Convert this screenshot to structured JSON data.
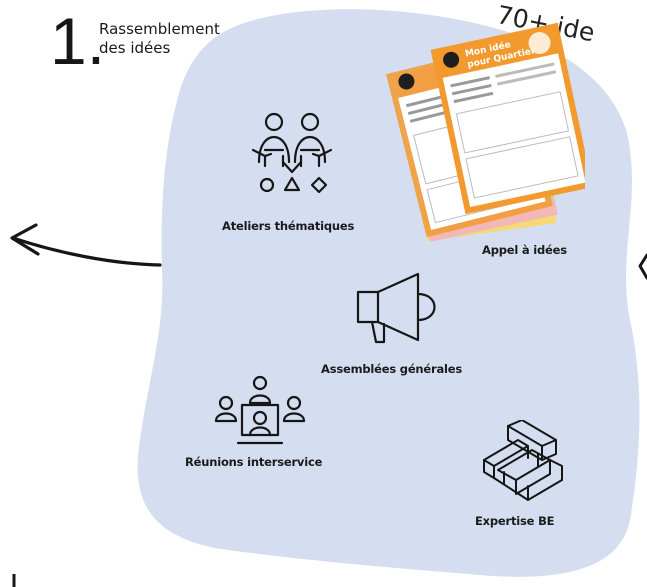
{
  "colors": {
    "blob": "#d5def0",
    "ink": "#161616",
    "flyer_orange": "#f39a2e",
    "flyer_yellow": "#f7d873",
    "flyer_pink": "#f2b7b7",
    "flyer_green": "#b8dd8f"
  },
  "step": {
    "number": "1.",
    "title_line1": "Rassemblement",
    "title_line2": "des idées"
  },
  "top_right_fragment": "70+ ide",
  "items": {
    "ateliers": {
      "label": "Ateliers thématiques",
      "icon": "workshop-people-icon"
    },
    "appel": {
      "label": "Appel à idées",
      "icon": "flyers-image"
    },
    "assemblees": {
      "label": "Assemblées générales",
      "icon": "megaphone-icon"
    },
    "reunions": {
      "label": "Réunions interservice",
      "icon": "meeting-table-icon"
    },
    "expertise": {
      "label": "Expertise BE",
      "icon": "isometric-structure-icon"
    }
  },
  "flyer": {
    "title_line1": "Mon idée",
    "title_line2": "pour Quartier"
  }
}
